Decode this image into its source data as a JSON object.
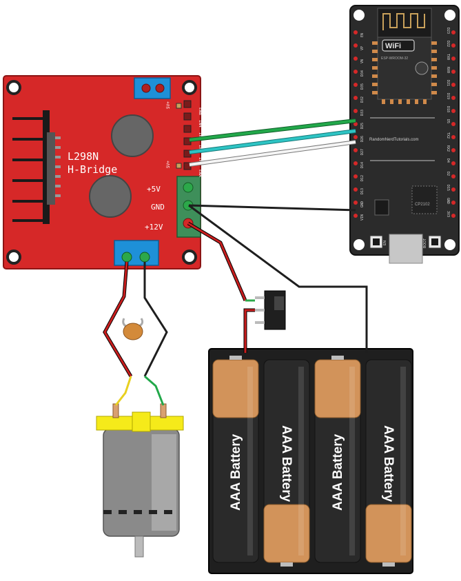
{
  "driver": {
    "title": "L298N",
    "subtitle": "H-Bridge",
    "pin_5v": "+5V",
    "pin_gnd": "GND",
    "pin_12v": "+12V",
    "header_top": "5V+",
    "header_bottom": "5V+",
    "header_pins": [
      "ENB",
      "IN4",
      "IN3",
      "IN2",
      "IN1",
      "ENA"
    ]
  },
  "esp32": {
    "chip_label": "ESP-WROOM-32",
    "wifi_label": "WiFi",
    "site_label": "RandomNerdTutorials.com",
    "usb_chip": "CP2102",
    "button_en": "EN",
    "button_boot": "BOOT",
    "left_pins": [
      "EN",
      "VP",
      "VN",
      "D34",
      "D35",
      "D32",
      "D33",
      "D25",
      "D26",
      "D27",
      "D14",
      "D12",
      "D13",
      "GND",
      "VIN"
    ],
    "right_pins": [
      "D23",
      "D22",
      "TX0",
      "RX0",
      "D21",
      "D19",
      "D18",
      "D5",
      "TX2",
      "RX2",
      "D4",
      "D2",
      "D15",
      "GND",
      "3V3"
    ]
  },
  "battery_pack": {
    "label": "AAA Battery",
    "cell_count": 4
  },
  "colors": {
    "board_red": "#d62828",
    "esp_board": "#2b2b2b",
    "wire_green": "#22a84a",
    "wire_cyan": "#2ec4c4",
    "wire_white": "#f5f5f5",
    "wire_red": "#c81e1e",
    "wire_black": "#1e1e1e",
    "wire_yellow": "#e8d020",
    "battery_copper": "#d2935a",
    "battery_black": "#2a2a2a",
    "motor_yellow": "#f5ea1a",
    "motor_gray": "#8a8a8a",
    "terminal_blue": "#1e90d8"
  }
}
